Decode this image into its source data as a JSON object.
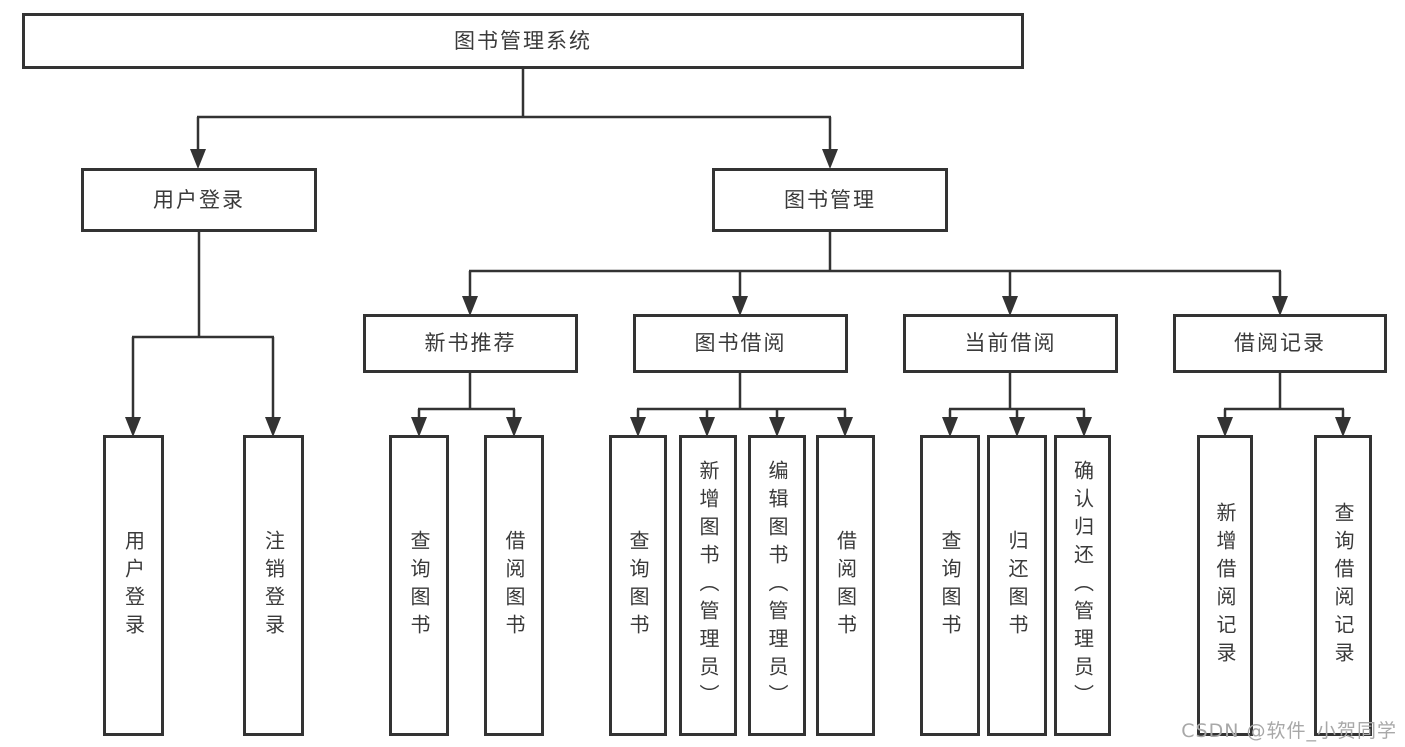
{
  "diagram": {
    "root": {
      "label": "图书管理系统"
    },
    "level2": [
      {
        "label": "用户登录"
      },
      {
        "label": "图书管理"
      }
    ],
    "level3": [
      {
        "label": "新书推荐"
      },
      {
        "label": "图书借阅"
      },
      {
        "label": "当前借阅"
      },
      {
        "label": "借阅记录"
      }
    ],
    "leaves": {
      "user_login": [
        {
          "label": "用户登录"
        },
        {
          "label": "注销登录"
        }
      ],
      "new_book": [
        {
          "label": "查询图书"
        },
        {
          "label": "借阅图书"
        }
      ],
      "book_borrow": [
        {
          "label": "查询图书"
        },
        {
          "label": "新增图书（管理员）"
        },
        {
          "label": "编辑图书（管理员）"
        },
        {
          "label": "借阅图书"
        }
      ],
      "current_borrow": [
        {
          "label": "查询图书"
        },
        {
          "label": "归还图书"
        },
        {
          "label": "确认归还（管理员）"
        }
      ],
      "records": [
        {
          "label": "新增借阅记录"
        },
        {
          "label": "查询借阅记录"
        }
      ]
    }
  },
  "watermark": {
    "text": "CSDN @软件_小贺同学"
  },
  "colors": {
    "line": "#333333",
    "text": "#3a3a3a",
    "watermark": "#a8a8a8",
    "background": "#ffffff"
  }
}
